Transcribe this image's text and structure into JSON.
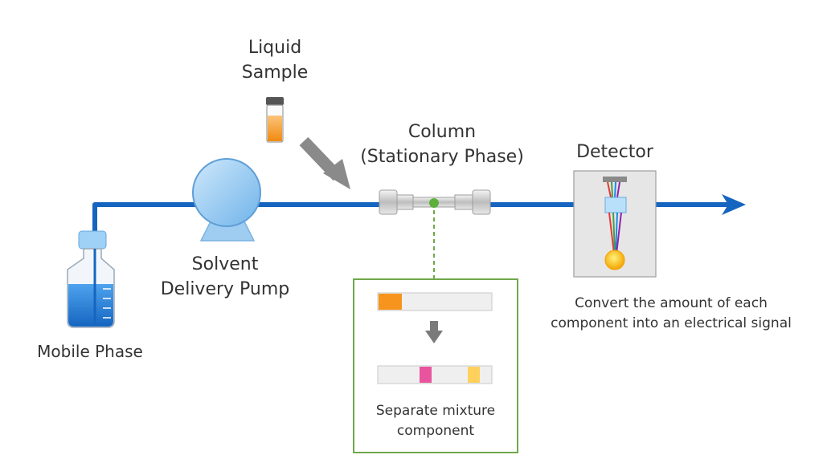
{
  "labels": {
    "liquid_sample": [
      "Liquid",
      "Sample"
    ],
    "column": [
      "Column",
      "(Stationary Phase)"
    ],
    "detector": "Detector",
    "pump": [
      "Solvent",
      "Delivery Pump"
    ],
    "mobile_phase": "Mobile Phase",
    "detector_caption": [
      "Convert the amount of each",
      "component into an electrical signal"
    ],
    "separation_caption": [
      "Separate mixture",
      "component"
    ]
  },
  "colors": {
    "flow_line": "#1565C0",
    "pump": "#8FC8F2",
    "liquid_blue": "#1E88E5",
    "sample_orange": "#F7941D",
    "arrow_gray": "#8A8A8A",
    "green_box": "#6FA84A",
    "band_pink": "#E8559E",
    "band_yellow": "#FFD15C",
    "detector_bg": "#E6E6E6"
  },
  "icons": {
    "bottle": "bottle-icon",
    "pump": "pump-icon",
    "vial": "sample-vial-icon",
    "column": "column-icon",
    "detector": "detector-icon"
  }
}
